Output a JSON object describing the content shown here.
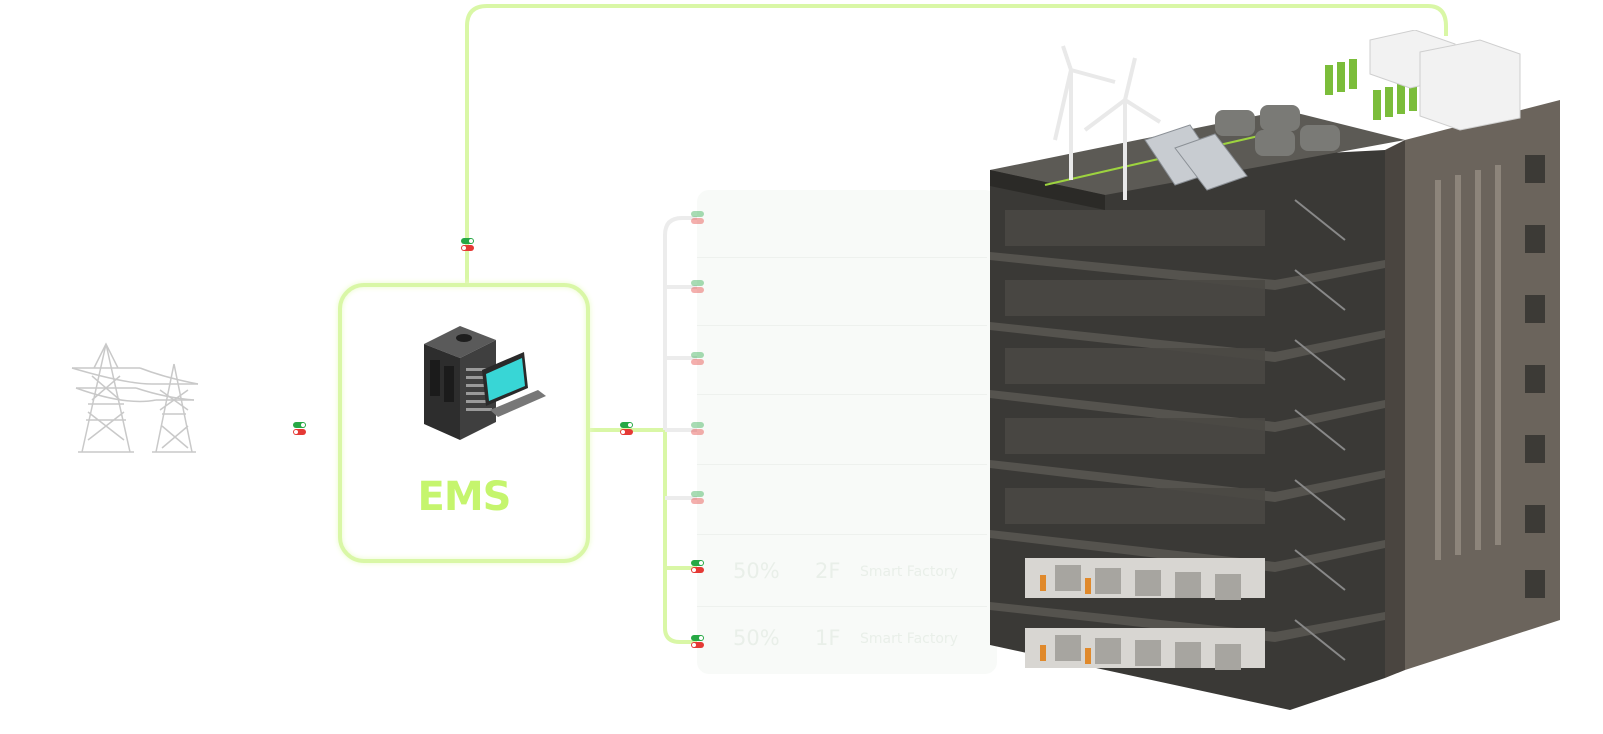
{
  "ems": {
    "label": "EMS"
  },
  "floors": [
    {
      "percent": "",
      "floor": "",
      "name": "",
      "active": false
    },
    {
      "percent": "",
      "floor": "",
      "name": "",
      "active": false
    },
    {
      "percent": "",
      "floor": "",
      "name": "",
      "active": false
    },
    {
      "percent": "",
      "floor": "",
      "name": "",
      "active": false
    },
    {
      "percent": "",
      "floor": "",
      "name": "",
      "active": false
    },
    {
      "percent": "50%",
      "floor": "2F",
      "name": "Smart Factory",
      "active": true
    },
    {
      "percent": "50%",
      "floor": "1F",
      "name": "Smart Factory",
      "active": true
    }
  ],
  "colors": {
    "line_active": "#d9f7a6",
    "line_inactive": "#ececec",
    "ems_text": "#c5f56d",
    "switch_green": "#27a845",
    "switch_red": "#e53935",
    "building_wall": "#6b645c",
    "building_floor": "#3a3936"
  },
  "icons": {
    "grid": "power-tower-icon",
    "ems": "server-cabinet-icon",
    "switch": "toggle-switch-icon",
    "building": "building-cutaway-icon"
  }
}
